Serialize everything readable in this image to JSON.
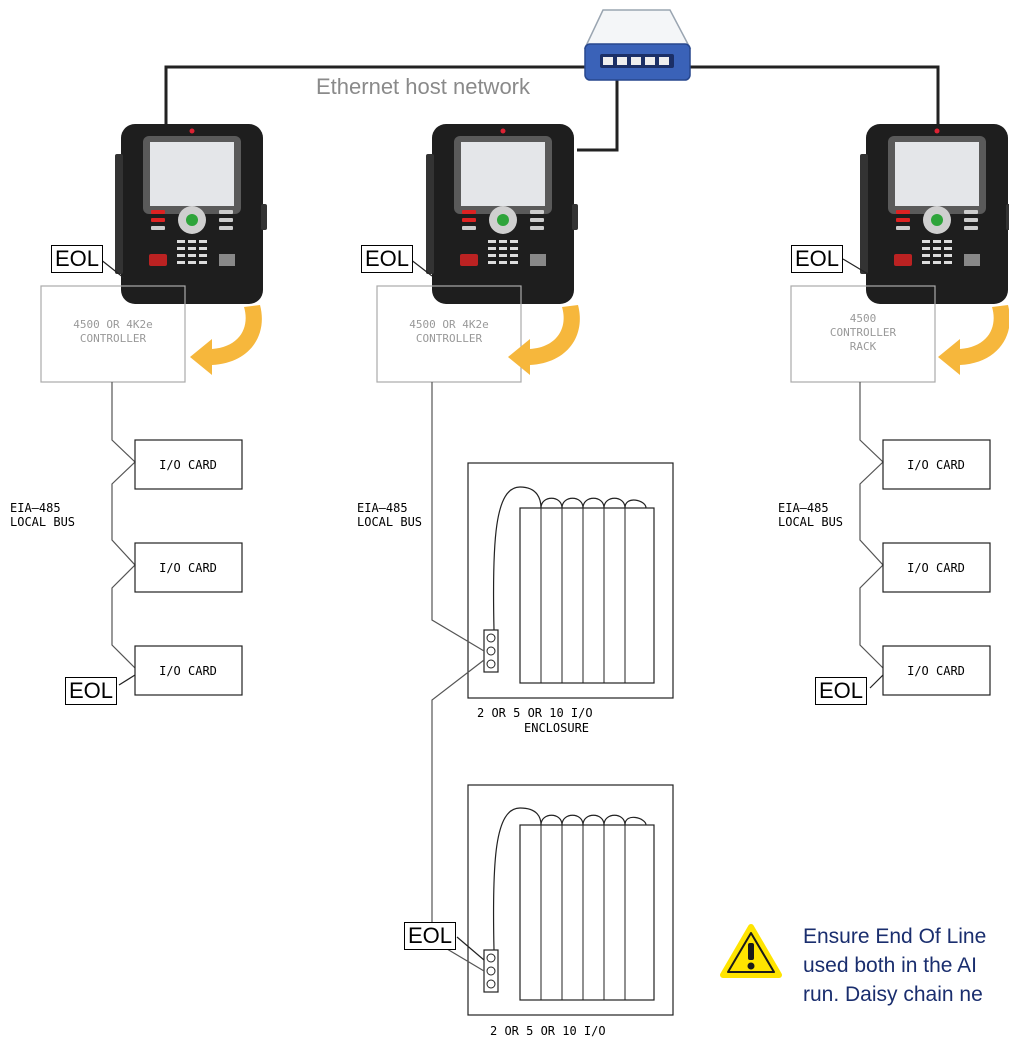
{
  "network": {
    "label": "Ethernet host network"
  },
  "eol_label": "EOL",
  "columns": [
    {
      "controller_line1": "4500 OR 4K2e",
      "controller_line2": "CONTROLLER",
      "bus_line1": "EIA–485",
      "bus_line2": "LOCAL BUS",
      "cards": [
        "I/O CARD",
        "I/O CARD",
        "I/O CARD"
      ]
    },
    {
      "controller_line1": "4500 OR 4K2e",
      "controller_line2": "CONTROLLER",
      "bus_line1": "EIA–485",
      "bus_line2": "LOCAL BUS",
      "enclosure1_line1": "2 OR 5 OR 10 I/O",
      "enclosure1_line2": "ENCLOSURE",
      "enclosure2_line1": "2 OR 5 OR 10 I/O"
    },
    {
      "controller_line1": "4500",
      "controller_line2": "CONTROLLER",
      "controller_line3": "RACK",
      "bus_line1": "EIA–485",
      "bus_line2": "LOCAL BUS",
      "cards": [
        "I/O CARD",
        "I/O CARD",
        "I/O CARD"
      ]
    }
  ],
  "warning": {
    "line1": "Ensure End Of Line",
    "line2": "used both in the AI",
    "line3": "run.  Daisy chain ne"
  },
  "colors": {
    "arrow": "#f6b73c",
    "device_body": "#1e1e1e",
    "warning_yellow": "#ffe400",
    "warning_text": "#1a2e6e"
  }
}
